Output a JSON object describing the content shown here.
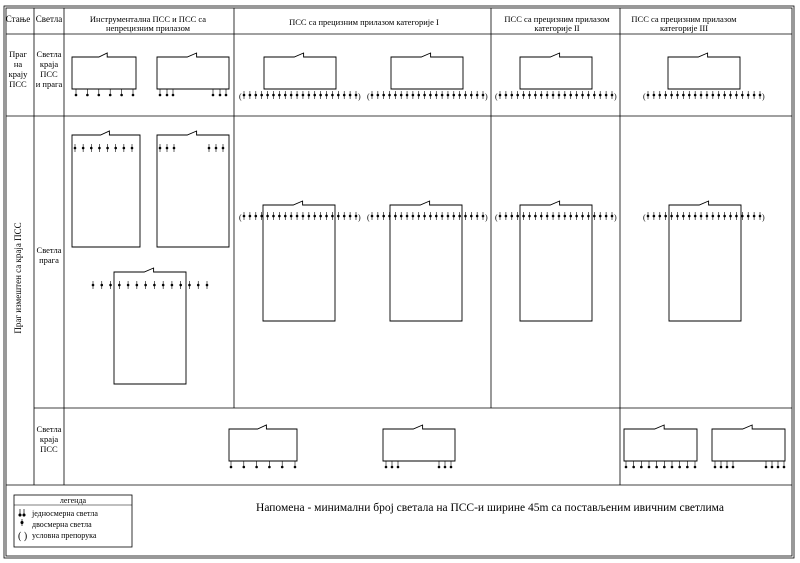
{
  "headers": {
    "col1": "Стање",
    "col2": "Светла",
    "col3": "Инструментална ПСС и ПСС са непрецизним прилазом",
    "col4": "ПСС са прецизним прилазом категорије I",
    "col5": "ПСС са прецизним прилазом категорије II",
    "col6": "ПСС са прецизним прилазом категорије III"
  },
  "rows": {
    "row1_state": "Праг на крају ПСС",
    "row1_lights": "Светла краја ПСС и прага",
    "row2_state": "Праг измештен са краја ПСС",
    "row2_lights": "Светла прага",
    "row3_lights": "Светла краја ПСС"
  },
  "legend": {
    "title": "легенда",
    "unidirectional": "једносмерна светла",
    "bidirectional": "двосмерна светла",
    "conditional": "условна препорука"
  },
  "note": "Напомена - минимални број светала на ПСС-и ширине 45m са постављеним ивичним светлима",
  "colors": {
    "line": "#000000",
    "background": "#ffffff"
  }
}
